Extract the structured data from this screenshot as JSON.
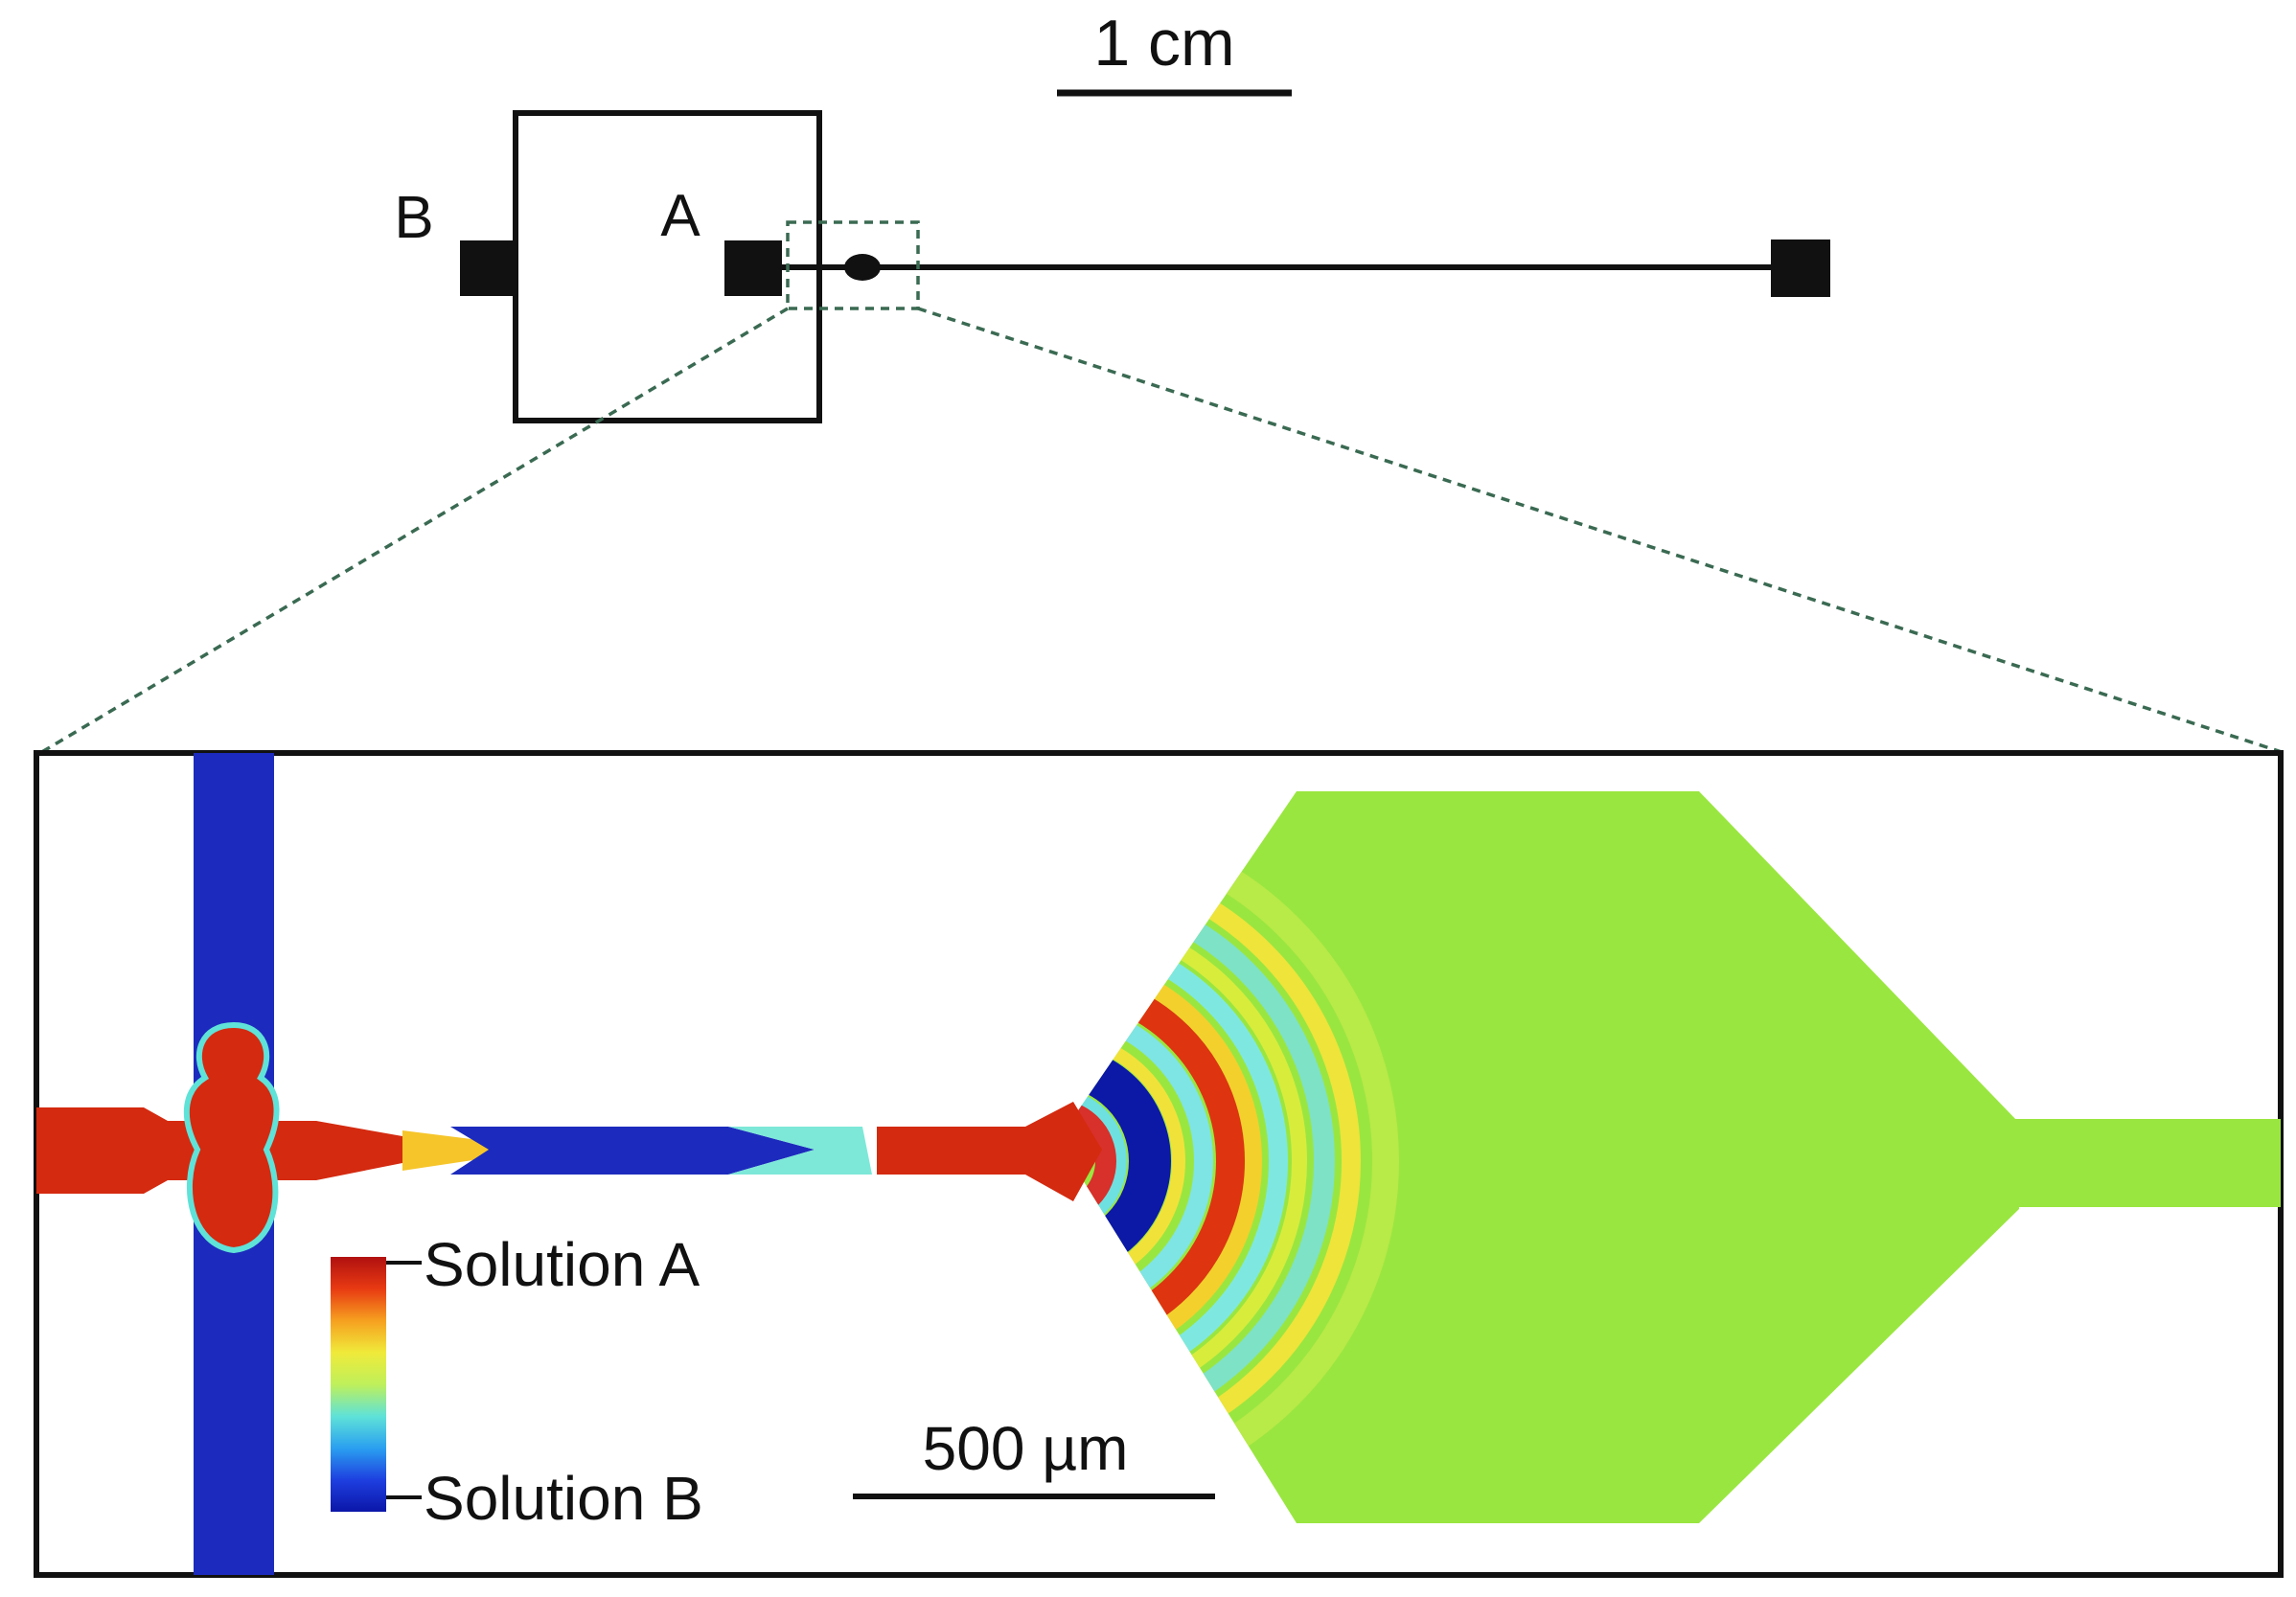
{
  "scale_bar_top": {
    "label": "1 cm"
  },
  "chip": {
    "port_b_label": "B",
    "port_a_label": "A"
  },
  "zoom_panel": {
    "legend": {
      "top_label": "Solution A",
      "bottom_label": "Solution B",
      "colormap": [
        "#0b16a8",
        "#1e3fe0",
        "#2aa0f0",
        "#5fe2d8",
        "#bff05a",
        "#f0ea3a",
        "#f6a020",
        "#e83a12",
        "#b01010"
      ]
    },
    "scale_bar": {
      "label": "500 µm"
    }
  },
  "colors": {
    "solution_a": "#d42a10",
    "solution_b": "#1c2bbd",
    "mixed": "#9ae640",
    "outline": "#111111",
    "zoom_guide": "#3a6a52"
  }
}
